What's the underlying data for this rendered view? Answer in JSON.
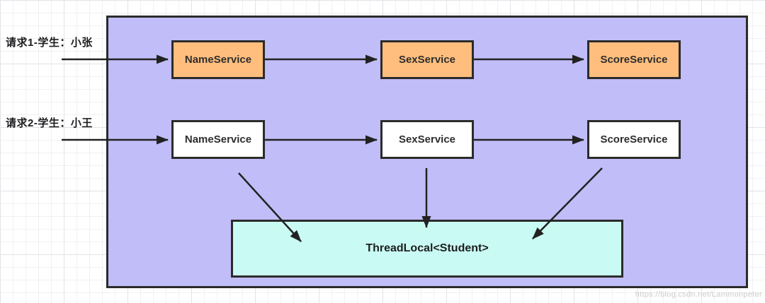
{
  "diagram": {
    "requests": [
      {
        "label": "请求1-学生：小张"
      },
      {
        "label": "请求2-学生：小王"
      }
    ],
    "rows": [
      {
        "variant": "orange",
        "services": [
          "NameService",
          "SexService",
          "ScoreService"
        ]
      },
      {
        "variant": "white",
        "services": [
          "NameService",
          "SexService",
          "ScoreService"
        ]
      }
    ],
    "threadlocal_label": "ThreadLocal<Student>",
    "watermark": "https://blog.csdn.net/Lammonpeter",
    "colors": {
      "container_fill": "#C1BDF8",
      "service_row1_fill": "#FFBE7D",
      "service_row2_fill": "#FFFFFF",
      "threadlocal_fill": "#C9FBF4",
      "border": "#2B2B2B",
      "arrow": "#222222"
    }
  }
}
